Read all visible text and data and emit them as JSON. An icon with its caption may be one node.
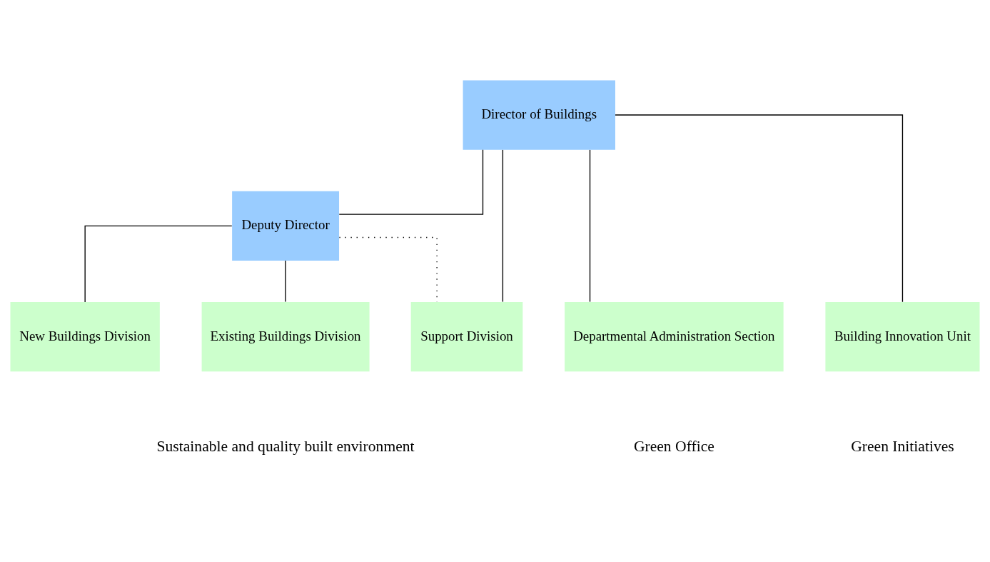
{
  "diagram": {
    "nodes": [
      {
        "text": [
          "Director of Buildings"
        ]
      },
      {
        "text": [
          "Deputy Director"
        ]
      },
      {
        "text": [
          "New Buildings Division"
        ]
      },
      {
        "text": [
          "Existing Buildings Division"
        ]
      },
      {
        "text": [
          "Support Division"
        ]
      },
      {
        "text": [
          "Departmental Administration Section"
        ]
      },
      {
        "text": [
          "Building Innovation Unit"
        ]
      }
    ],
    "edges": [
      {
        "from": 0,
        "to": 1,
        "arrow": "none"
      },
      {
        "from": 0,
        "to": 4,
        "arrow": "none"
      },
      {
        "from": 0,
        "to": 5,
        "arrow": "none"
      },
      {
        "from": 0,
        "to": 6,
        "arrow": "none"
      },
      {
        "from": 1,
        "to": 2,
        "arrow": "none"
      },
      {
        "from": 1,
        "to": 3,
        "arrow": "none"
      },
      {
        "from": 1,
        "to": 4,
        "arrow": "none",
        "style": "dashed"
      }
    ],
    "labels": [
      "Sustainable and quality built environment",
      "Green Office",
      "Green Initiatives"
    ]
  }
}
